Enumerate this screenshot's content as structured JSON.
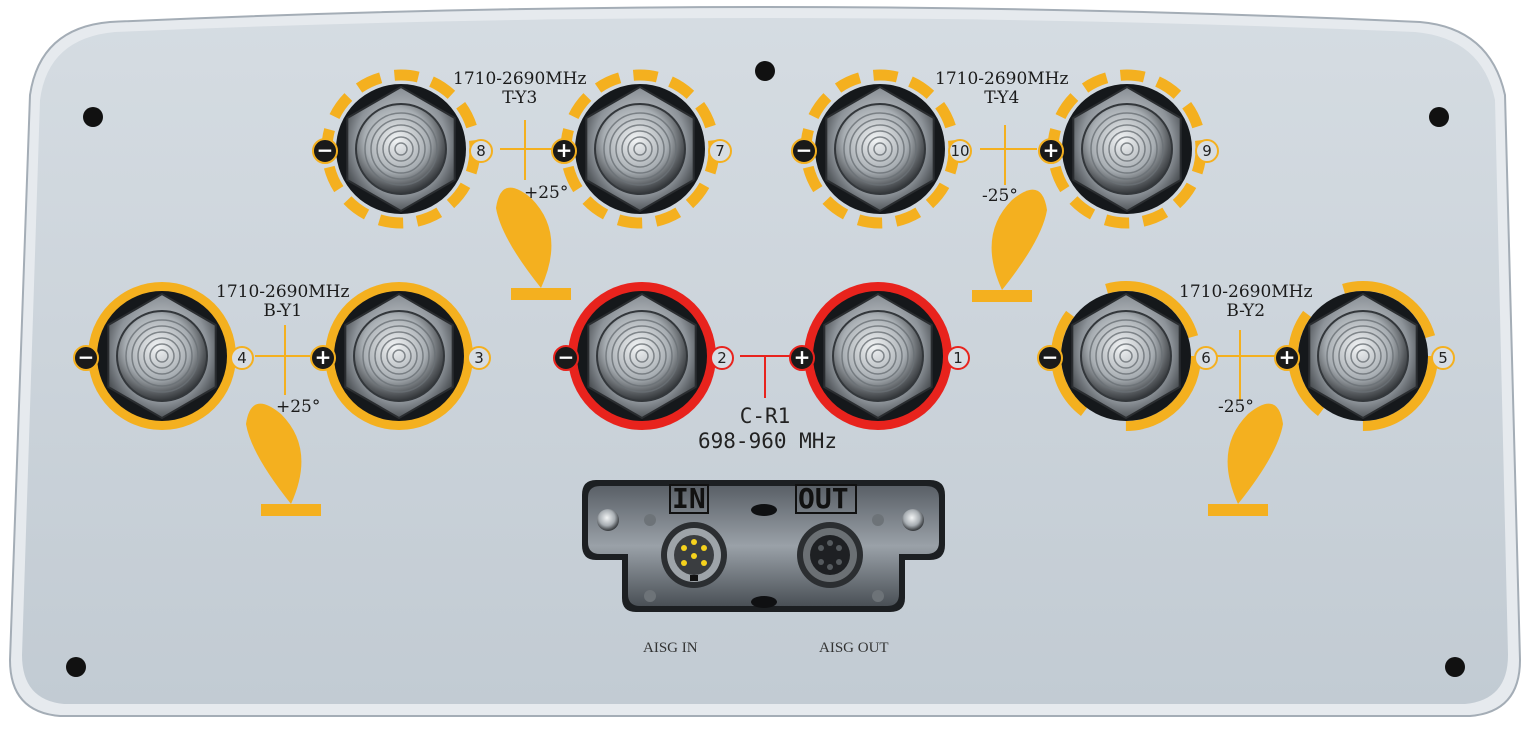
{
  "panel": {
    "colors": {
      "face": "#c6cfd7",
      "orange": "#f4b01f",
      "red": "#e8231d",
      "badge_orange_border": "#f4b01f",
      "badge_red_border": "#e8231d"
    }
  },
  "ports": [
    {
      "id": "1",
      "sign": "plus",
      "color": "red"
    },
    {
      "id": "2",
      "sign": "minus",
      "color": "red"
    },
    {
      "id": "3",
      "sign": "plus",
      "color": "orange"
    },
    {
      "id": "4",
      "sign": "minus",
      "color": "orange"
    },
    {
      "id": "5",
      "sign": "plus",
      "color": "orange"
    },
    {
      "id": "6",
      "sign": "minus",
      "color": "orange"
    },
    {
      "id": "7",
      "sign": "plus",
      "color": "orange"
    },
    {
      "id": "8",
      "sign": "minus",
      "color": "orange"
    },
    {
      "id": "9",
      "sign": "plus",
      "color": "orange"
    },
    {
      "id": "10",
      "sign": "minus",
      "color": "orange"
    }
  ],
  "groups": {
    "t_y3": {
      "freq": "1710-2690MHz",
      "name": "T-Y3",
      "tilt": "+25°"
    },
    "t_y4": {
      "freq": "1710-2690MHz",
      "name": "T-Y4",
      "tilt": "-25°"
    },
    "b_y1": {
      "freq": "1710-2690MHz",
      "name": "B-Y1",
      "tilt": "+25°"
    },
    "b_y2": {
      "freq": "1710-2690MHz",
      "name": "B-Y2",
      "tilt": "-25°"
    },
    "c_r1": {
      "name": "C-R1",
      "freq": "698-960 MHz"
    }
  },
  "aisg": {
    "in_plate": "IN",
    "out_plate": "OUT",
    "in_label": "AISG IN",
    "out_label": "AISG OUT"
  },
  "icons": {
    "plus": "plus-icon",
    "minus": "minus-icon",
    "beam": "beam-pattern-icon"
  }
}
